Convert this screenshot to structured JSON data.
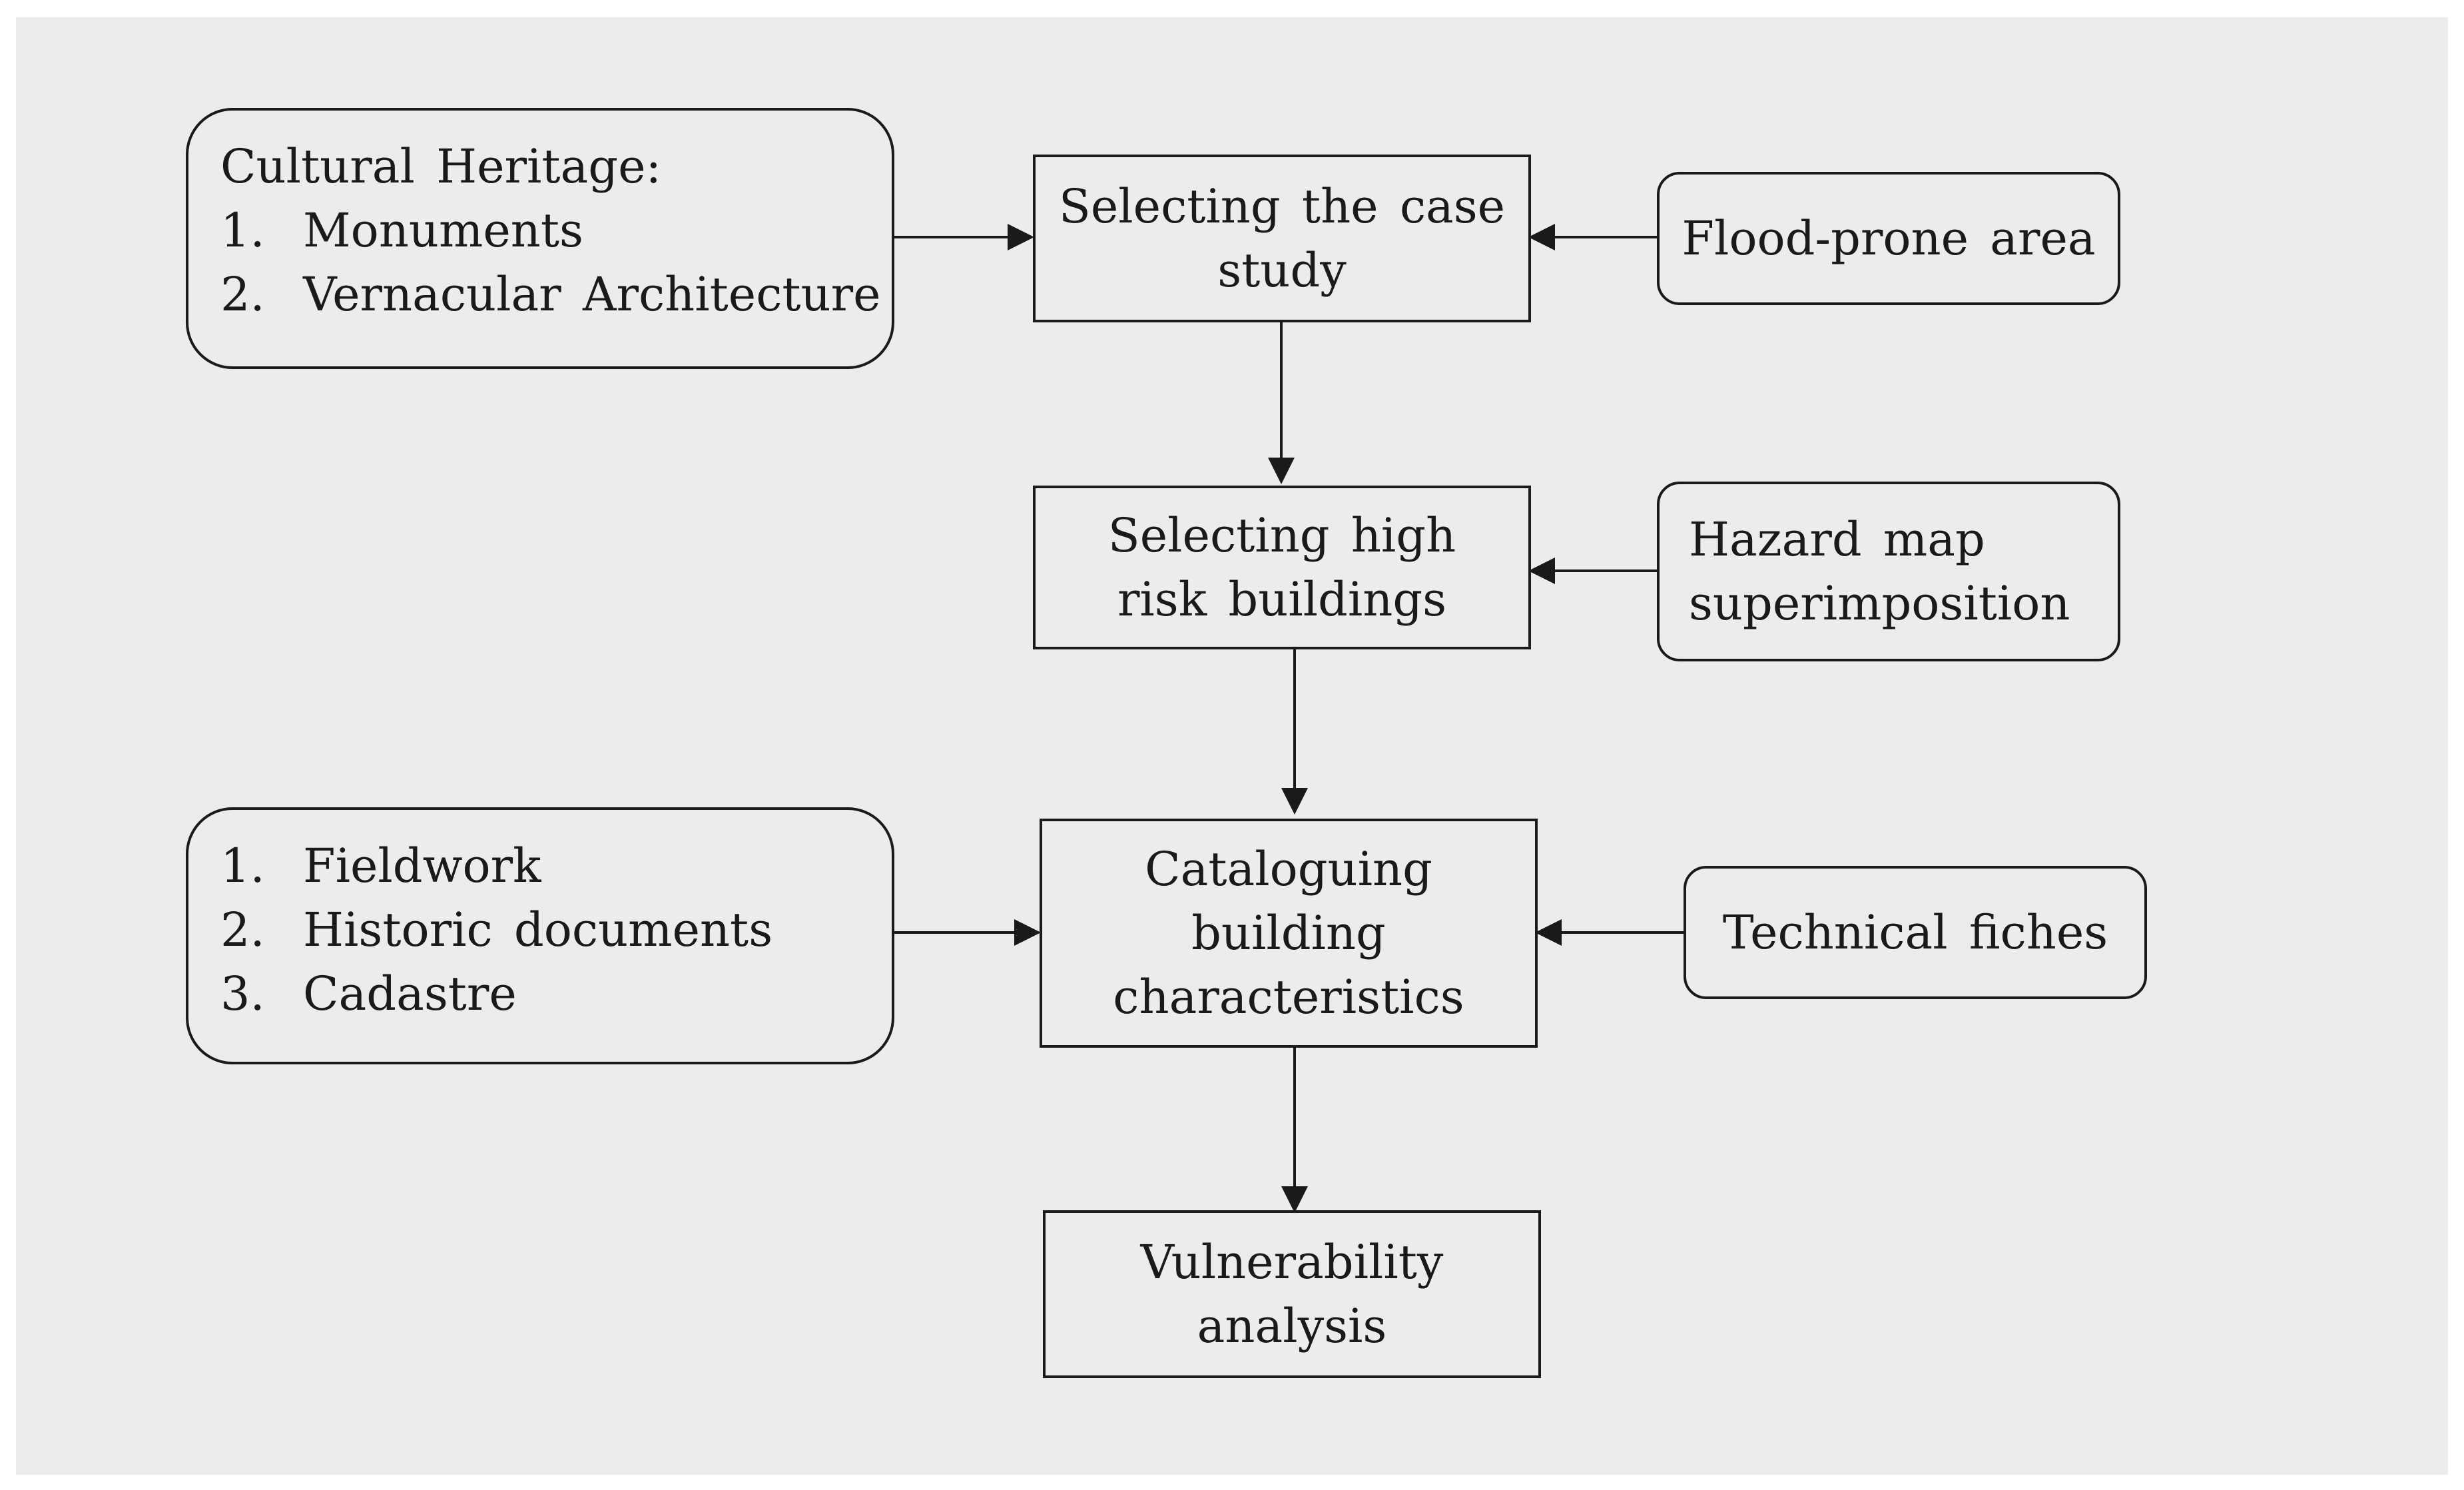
{
  "diagram": {
    "sources_top": {
      "heading": "Cultural Heritage:",
      "items": [
        {
          "num": "1.",
          "text": "Monuments"
        },
        {
          "num": "2.",
          "text": "Vernacular Architecture"
        }
      ]
    },
    "sources_bottom": {
      "items": [
        {
          "num": "1.",
          "text": "Fieldwork"
        },
        {
          "num": "2.",
          "text": "Historic documents"
        },
        {
          "num": "3.",
          "text": "Cadastre"
        }
      ]
    },
    "steps": [
      {
        "id": "case-study",
        "lines": [
          "Selecting the case",
          "study"
        ]
      },
      {
        "id": "high-risk",
        "lines": [
          "Selecting high",
          "risk buildings"
        ]
      },
      {
        "id": "cataloguing",
        "lines": [
          "Cataloguing",
          "building",
          "characteristics"
        ]
      },
      {
        "id": "vulnerability",
        "lines": [
          "Vulnerability",
          "analysis"
        ]
      }
    ],
    "inputs": [
      {
        "id": "flood",
        "lines": [
          "Flood-prone area"
        ]
      },
      {
        "id": "hazard",
        "lines": [
          "Hazard map",
          "superimposition"
        ]
      },
      {
        "id": "fiches",
        "lines": [
          "Technical fiches"
        ]
      }
    ]
  },
  "colors": {
    "background": "#ececec",
    "stroke": "#1a1a1a"
  }
}
